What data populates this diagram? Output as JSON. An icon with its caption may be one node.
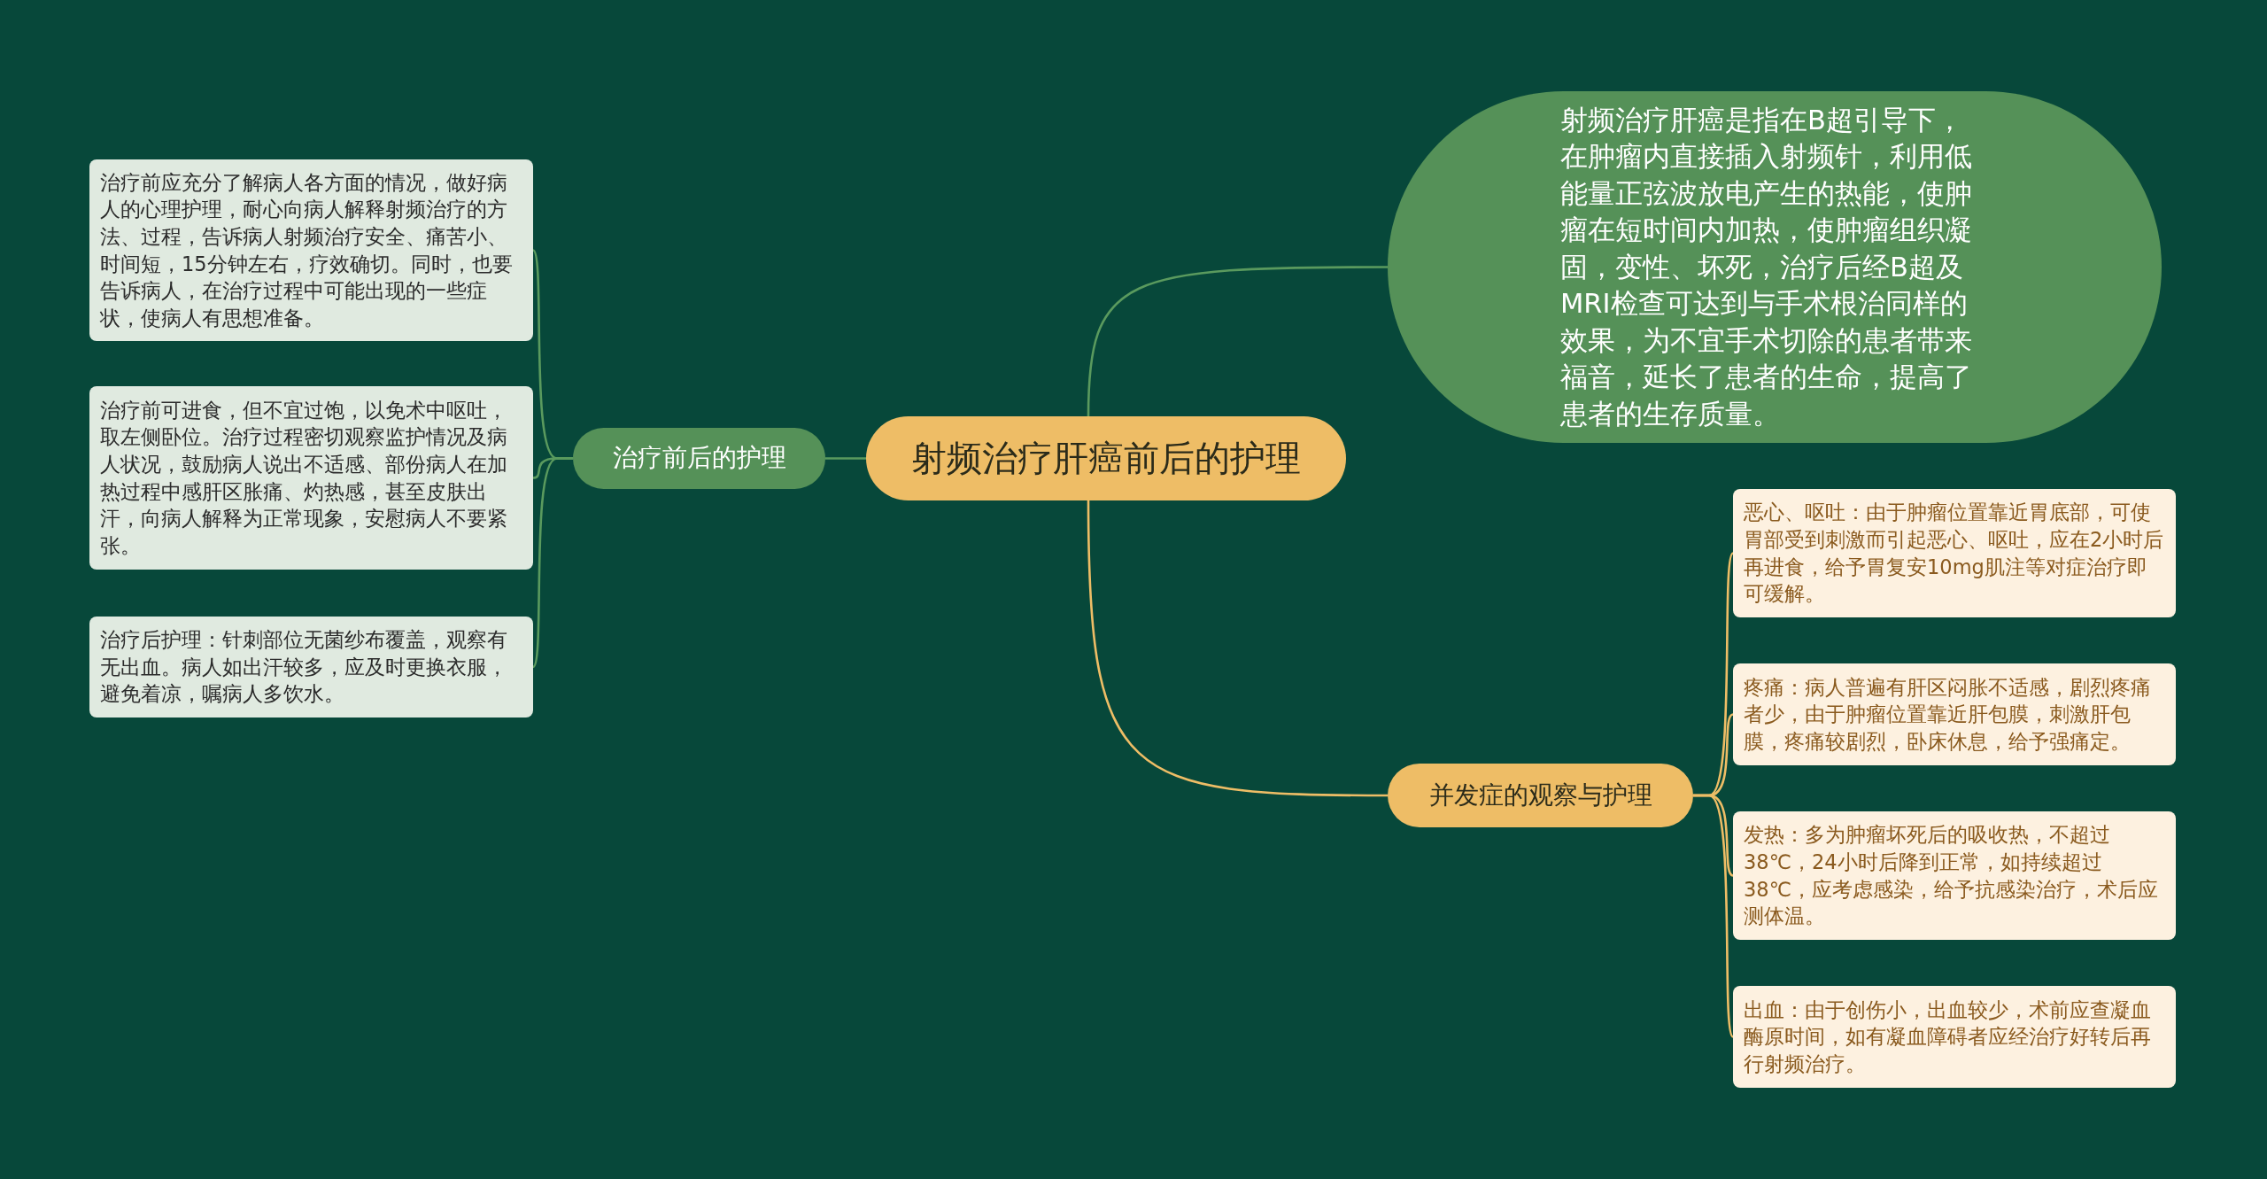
{
  "diagram": {
    "nodes": [
      {
        "text": [
          "射频治疗肝癌前后的护理"
        ]
      },
      {
        "text": [
          "治疗前后的护理"
        ]
      },
      {
        "text": [
          "治疗前应充分了解病人各方面的情况，做好病人的心理护理，耐心向病人解释射频治疗的方法、过程，告诉病人射频治疗安全、痛苦小、时间短，15分钟左右，疗效确切。同时，也要告诉病人，在治疗过程中可能出现的一些症状，使病人有思想准备。"
        ]
      },
      {
        "text": [
          "治疗前可进食，但不宜过饱，以免术中呕吐，取左侧卧位。治疗过程密切观察监护情况及病人状况，鼓励病人说出不适感、部份病人在加热过程中感肝区胀痛、灼热感，甚至皮肤出汗，向病人解释为正常现象，安慰病人不要紧张。"
        ]
      },
      {
        "text": [
          "治疗后护理：针刺部位无菌纱布覆盖，观察有无出血。病人如出汗较多，应及时更换衣服，避免着凉，嘱病人多饮水。"
        ]
      },
      {
        "text": [
          "射频治疗肝癌是指在B超引导下，在肿瘤内直接插入射频针，利用低能量正弦波放电产生的热能，使肿瘤在短时间内加热，使肿瘤组织凝固，变性、坏死，治疗后经B超及MRI检查可达到与手术根治同样的效果，为不宜手术切除的患者带来福音，延长了患者的生命，提高了患者的生存质量。"
        ]
      },
      {
        "text": [
          "并发症的观察与护理"
        ]
      },
      {
        "text": [
          "恶心、呕吐：由于肿瘤位置靠近胃底部，可使胃部受到刺激而引起恶心、呕吐，应在2小时后再进食，给予胃复安10mg肌注等对症治疗即可缓解。"
        ]
      },
      {
        "text": [
          "疼痛：病人普遍有肝区闷胀不适感，剧烈疼痛者少，由于肿瘤位置靠近肝包膜，刺激肝包膜，疼痛较剧烈，卧床休息，给予强痛定。"
        ]
      },
      {
        "text": [
          "发热：多为肿瘤坏死后的吸收热，不超过38℃，24小时后降到正常，如持续超过38℃，应考虑感染，给予抗感染治疗，术后应测体温。"
        ]
      },
      {
        "text": [
          "出血：由于创伤小，出血较少，术前应查凝血酶原时间，如有凝血障碍者应经治疗好转后再行射频治疗。"
        ]
      }
    ],
    "edges": [
      {
        "from": 0,
        "to": 1,
        "arrow": "none",
        "color": "#5a9a5e"
      },
      {
        "from": 1,
        "to": 2,
        "arrow": "none",
        "color": "#5a9a5e"
      },
      {
        "from": 1,
        "to": 3,
        "arrow": "none",
        "color": "#5a9a5e"
      },
      {
        "from": 1,
        "to": 4,
        "arrow": "none",
        "color": "#5a9a5e"
      },
      {
        "from": 0,
        "to": 5,
        "arrow": "none",
        "color": "#5a9a5e"
      },
      {
        "from": 0,
        "to": 6,
        "arrow": "none",
        "color": "#eebd66"
      },
      {
        "from": 6,
        "to": 7,
        "arrow": "none",
        "color": "#eebd66"
      },
      {
        "from": 6,
        "to": 8,
        "arrow": "none",
        "color": "#eebd66"
      },
      {
        "from": 6,
        "to": 9,
        "arrow": "none",
        "color": "#eebd66"
      },
      {
        "from": 6,
        "to": 10,
        "arrow": "none",
        "color": "#eebd66"
      }
    ]
  }
}
